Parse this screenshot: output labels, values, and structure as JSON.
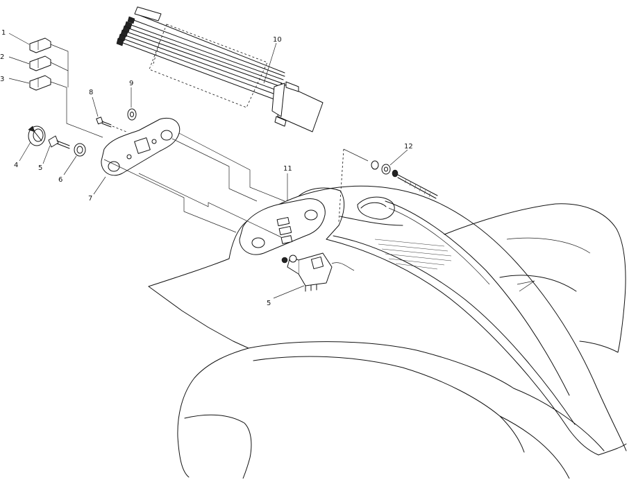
{
  "callouts": [
    {
      "id": "c1",
      "label": "1"
    },
    {
      "id": "c2",
      "label": "2"
    },
    {
      "id": "c3",
      "label": "3"
    },
    {
      "id": "c4",
      "label": "4"
    },
    {
      "id": "c5a",
      "label": "5"
    },
    {
      "id": "c5b",
      "label": "5"
    },
    {
      "id": "c6",
      "label": "6"
    },
    {
      "id": "c7",
      "label": "7"
    },
    {
      "id": "c8",
      "label": "8"
    },
    {
      "id": "c9",
      "label": "9"
    },
    {
      "id": "c10",
      "label": "10"
    },
    {
      "id": "c11",
      "label": "11"
    },
    {
      "id": "c12",
      "label": "12"
    }
  ]
}
